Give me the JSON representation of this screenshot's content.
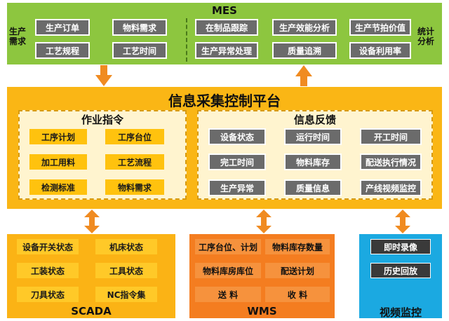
{
  "mes": {
    "title": "MES",
    "left_label": [
      "生产",
      "需求"
    ],
    "right_label": [
      "统计",
      "分析"
    ],
    "left_items": [
      "生产订单",
      "物料需求",
      "工艺规程",
      "工艺时间"
    ],
    "right_items": [
      "在制品跟踪",
      "生产效能分析",
      "生产节拍价值",
      "生产异常处理",
      "质量追溯",
      "设备利用率"
    ]
  },
  "platform": {
    "title": "信息采集控制平台",
    "left_panel": {
      "title": "作业指令",
      "items": [
        "工序计划",
        "工序台位",
        "加工用料",
        "工艺流程",
        "检测标准",
        "物料需求"
      ]
    },
    "right_panel": {
      "title": "信息反馈",
      "items": [
        "设备状态",
        "运行时间",
        "开工时间",
        "完工时间",
        "物料库存",
        "配送执行情况",
        "生产异常",
        "质量信息",
        "产线视频监控"
      ]
    }
  },
  "scada": {
    "title": "SCADA",
    "items": [
      "设备开关状态",
      "机床状态",
      "工装状态",
      "工具状态",
      "刀具状态",
      "NC指令集"
    ]
  },
  "wms": {
    "title": "WMS",
    "items": [
      "工序台位、计划",
      "物料库存数量",
      "物料库房库位",
      "配送计划",
      "送 料",
      "收 料"
    ]
  },
  "video": {
    "title": "视频监控",
    "items": [
      "即时录像",
      "历史回放"
    ]
  },
  "colors": {
    "mes_green": "#8dc63f",
    "platform_orange": "#fab615",
    "arrow_orange": "#f08b21",
    "scada_orange": "#fbb315",
    "wms_orange": "#f47d20",
    "video_blue": "#1ba9e1",
    "chip_gray": "#6b6b6b",
    "chip_yellow": "#ffc20e"
  }
}
